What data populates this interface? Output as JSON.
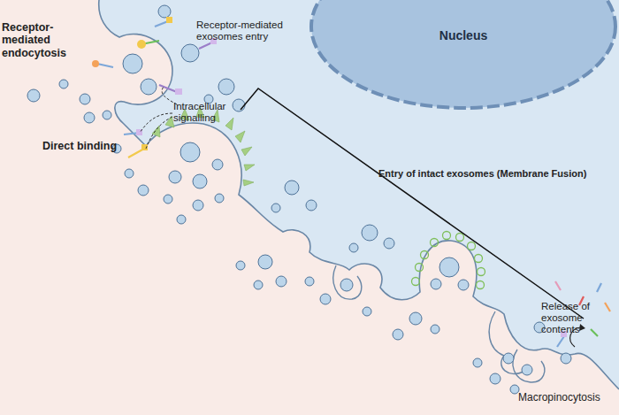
{
  "diagram": {
    "nodes": [
      {
        "text": [
          "Nucleus"
        ]
      }
    ],
    "labels": [
      "Receptor-mediated endocytosis",
      "Receptor-mediated exosomes entry",
      "Intracellular signalling",
      "Direct binding",
      "Entry of intact exosomes (Membrane Fusion)",
      "Release of exosome contents",
      "Macropinocytosis"
    ]
  }
}
